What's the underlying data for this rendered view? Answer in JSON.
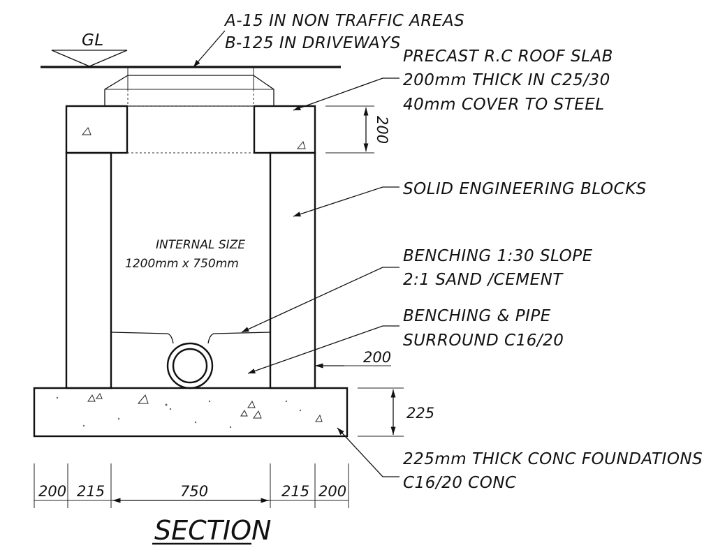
{
  "ground_level": "GL",
  "notes": {
    "cover_line1": "A-15 IN NON TRAFFIC AREAS",
    "cover_line2": "B-125 IN DRIVEWAYS",
    "slab_line1": "PRECAST R.C ROOF SLAB",
    "slab_line2": "200mm THICK IN C25/30",
    "slab_line3": "40mm COVER TO STEEL",
    "blocks": "SOLID ENGINEERING BLOCKS",
    "benching_line1": "BENCHING 1:30 SLOPE",
    "benching_line2": "2:1 SAND /CEMENT",
    "surround_line1": "BENCHING & PIPE",
    "surround_line2": "SURROUND C16/20",
    "foundation_line1": "225mm THICK CONC FOUNDATIONS",
    "foundation_line2": "C16/20 CONC"
  },
  "internal_size": {
    "label": "INTERNAL SIZE",
    "value": "1200mm x 750mm"
  },
  "dimensions": {
    "slab_thickness": "200",
    "wall_thickness": "200",
    "foundation_thickness": "225",
    "bottom": [
      "200",
      "215",
      "750",
      "215",
      "200"
    ]
  },
  "title": "SECTION",
  "colors": {
    "line": "#111111",
    "hatch": "#888888",
    "background": "#ffffff"
  }
}
